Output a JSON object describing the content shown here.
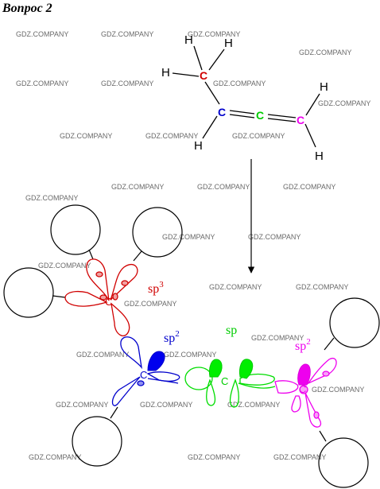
{
  "title": "Вопрос 2",
  "watermark": "GDZ.COMPANY",
  "colors": {
    "c1": "#d00000",
    "c2": "#0000cc",
    "c3": "#00cc00",
    "c4": "#ee00ee",
    "line": "#000000"
  },
  "structure": {
    "h1": "H",
    "h2": "H",
    "h3": "H",
    "h4": "H",
    "h5": "H",
    "h6": "H",
    "c1": "C",
    "c2": "C",
    "c3": "C",
    "c4": "C"
  },
  "orbital_model": {
    "c1_label": "C",
    "c2_label": "C",
    "c3_label": "C",
    "c4_label": "C",
    "hyb1": {
      "base": "sp",
      "sup": "3"
    },
    "hyb2": {
      "base": "sp",
      "sup": "2"
    },
    "hyb3": {
      "base": "sp",
      "sup": ""
    },
    "hyb4": {
      "base": "sp",
      "sup": "2"
    }
  }
}
